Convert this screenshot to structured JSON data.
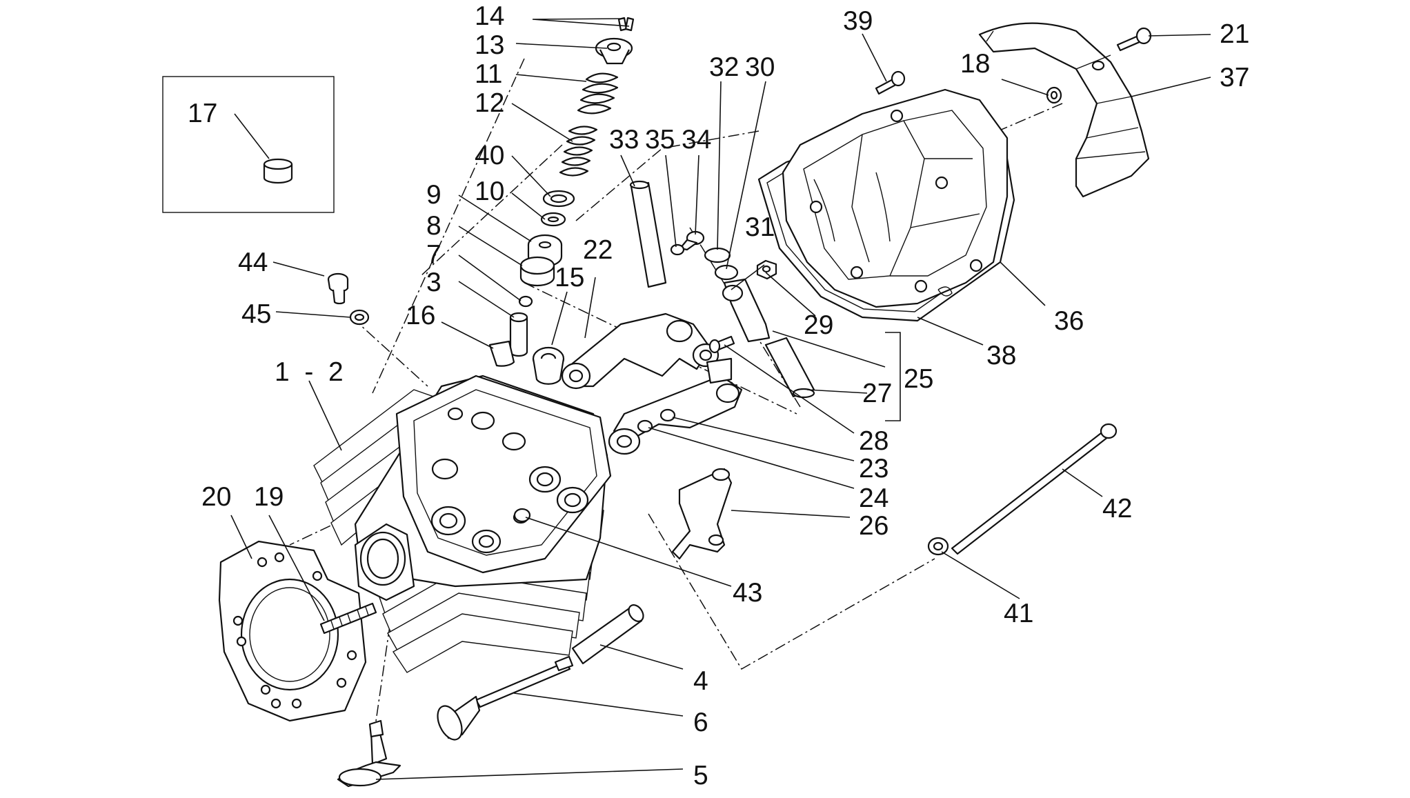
{
  "diagram": {
    "callouts": [
      {
        "id": "14",
        "label": "14"
      },
      {
        "id": "13",
        "label": "13"
      },
      {
        "id": "11",
        "label": "11"
      },
      {
        "id": "12",
        "label": "12"
      },
      {
        "id": "40",
        "label": "40"
      },
      {
        "id": "10",
        "label": "10"
      },
      {
        "id": "9",
        "label": "9"
      },
      {
        "id": "8",
        "label": "8"
      },
      {
        "id": "7",
        "label": "7"
      },
      {
        "id": "3",
        "label": "3"
      },
      {
        "id": "16",
        "label": "16"
      },
      {
        "id": "15",
        "label": "15"
      },
      {
        "id": "22",
        "label": "22"
      },
      {
        "id": "17",
        "label": "17"
      },
      {
        "id": "44",
        "label": "44"
      },
      {
        "id": "45",
        "label": "45"
      },
      {
        "id": "1-2",
        "label": "1  -  2"
      },
      {
        "id": "20",
        "label": "20"
      },
      {
        "id": "19",
        "label": "19"
      },
      {
        "id": "33",
        "label": "33"
      },
      {
        "id": "35",
        "label": "35"
      },
      {
        "id": "34",
        "label": "34"
      },
      {
        "id": "32",
        "label": "32"
      },
      {
        "id": "30",
        "label": "30"
      },
      {
        "id": "31",
        "label": "31"
      },
      {
        "id": "29",
        "label": "29"
      },
      {
        "id": "39",
        "label": "39"
      },
      {
        "id": "18",
        "label": "18"
      },
      {
        "id": "21",
        "label": "21"
      },
      {
        "id": "37",
        "label": "37"
      },
      {
        "id": "36",
        "label": "36"
      },
      {
        "id": "38",
        "label": "38"
      },
      {
        "id": "25",
        "label": "25"
      },
      {
        "id": "27",
        "label": "27"
      },
      {
        "id": "28",
        "label": "28"
      },
      {
        "id": "23",
        "label": "23"
      },
      {
        "id": "24",
        "label": "24"
      },
      {
        "id": "26",
        "label": "26"
      },
      {
        "id": "42",
        "label": "42"
      },
      {
        "id": "41",
        "label": "41"
      },
      {
        "id": "43",
        "label": "43"
      },
      {
        "id": "4",
        "label": "4"
      },
      {
        "id": "6",
        "label": "6"
      },
      {
        "id": "5",
        "label": "5"
      }
    ]
  }
}
